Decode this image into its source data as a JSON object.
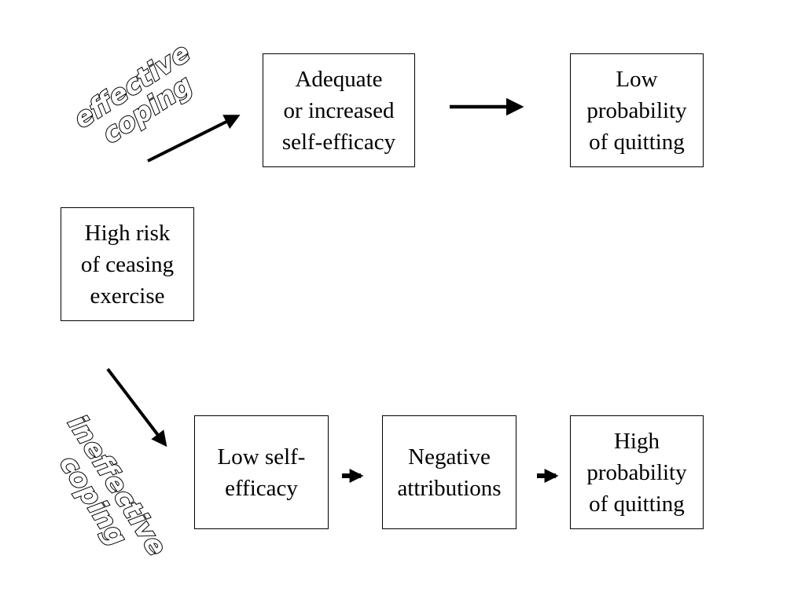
{
  "diagram": {
    "boxes": {
      "high_risk": "High risk\nof ceasing\nexercise",
      "adequate": "Adequate\nor increased\nself-efficacy",
      "low_probability": "Low\nprobability\nof quitting",
      "low_self_efficacy": "Low self-\nefficacy",
      "negative_attributions": "Negative\nattributions",
      "high_probability": "High\nprobability\nof quitting"
    },
    "labels": {
      "effective": "effective\ncoping",
      "ineffective": "ineffective\ncoping"
    }
  }
}
